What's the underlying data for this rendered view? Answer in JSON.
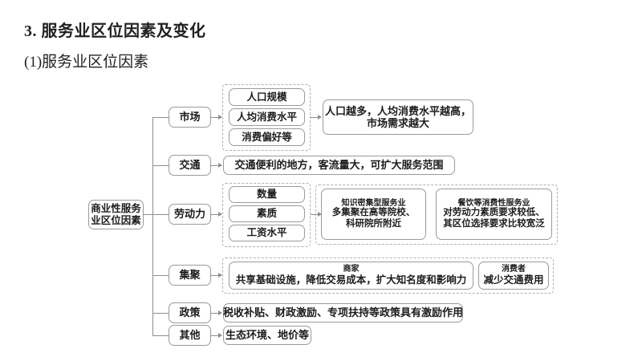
{
  "headings": {
    "main": "3. 服务业区位因素及变化",
    "sub": "(1)服务业区位因素"
  },
  "diagram": {
    "root": {
      "line1": "商业性服务",
      "line2": "业区位因素"
    },
    "branches": [
      {
        "label": "市场"
      },
      {
        "label": "交通"
      },
      {
        "label": "劳动力"
      },
      {
        "label": "集聚"
      },
      {
        "label": "政策"
      },
      {
        "label": "其他"
      }
    ],
    "market": {
      "factors": [
        "人口规模",
        "人均消费水平",
        "消费偏好等"
      ],
      "result": {
        "line1": "人口越多，人均消费水平越高，",
        "line2": "市场需求越大"
      }
    },
    "transport": {
      "result": "交通便利的地方，客流量大，可扩大服务范围"
    },
    "labor": {
      "factors": [
        "数量",
        "素质",
        "工资水平"
      ],
      "result_left": {
        "line1": "知识密集型服务业",
        "line2": "多集聚在高等院校、",
        "line3": "科研院所附近"
      },
      "result_right": {
        "line1": "餐饮等消费性服务业",
        "line2": "对劳动力素质要求较低、",
        "line3": "其区位选择要求比较宽泛"
      }
    },
    "agglomeration": {
      "merchant": {
        "title": "商家",
        "text": "共享基础设施，降低交易成本，扩大知名度和影响力"
      },
      "consumer": {
        "title": "消费者",
        "text": "减少交通费用"
      }
    },
    "policy": {
      "result": "税收补贴、财政激励、专项扶持等政策具有激励作用"
    },
    "other": {
      "result": "生态环境、地价等"
    }
  },
  "colors": {
    "background": "#ffffff",
    "text": "#231f20",
    "box_border": "#9a9a9a",
    "group_border": "#b0b0b0",
    "connector": "#8d8d8d"
  }
}
